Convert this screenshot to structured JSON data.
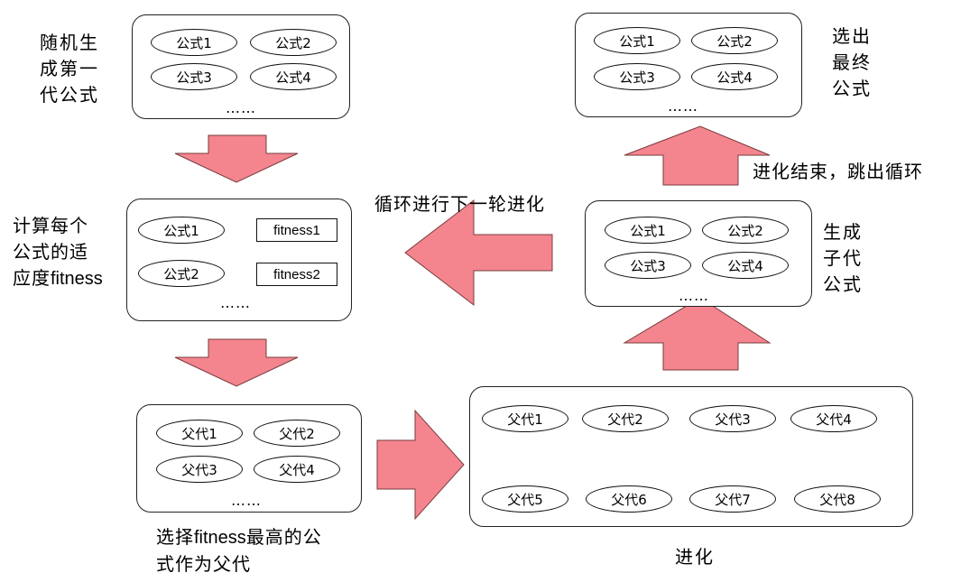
{
  "formula_labels": [
    "公式1",
    "公式2",
    "公式3",
    "公式4"
  ],
  "parent_labels": [
    "父代1",
    "父代2",
    "父代3",
    "父代4"
  ],
  "evo_top_labels": [
    "父代1",
    "父代2",
    "父代3",
    "父代4"
  ],
  "evo_bottom_labels": [
    "父代5",
    "父代6",
    "父代7",
    "父代8"
  ],
  "fitness_labels": [
    "fitness1",
    "fitness2"
  ],
  "ellipsis": "……",
  "captions": {
    "first_gen": [
      "随机生",
      "成第一",
      "代公式"
    ],
    "fitness": [
      "计算每个",
      "公式的适",
      "应度"
    ],
    "fitness_en": "fitness",
    "select_line1": "选择",
    "select_line1_en": "fitness",
    "select_line1_tail": "最高的公",
    "select_line2": "式作为父代",
    "evolve": "进化",
    "offspring": [
      "生成",
      "子代",
      "公式"
    ],
    "final": [
      "选出",
      "最终",
      "公式"
    ],
    "loop": "循环进行下一轮进化",
    "end": "进化结束，跳出循环"
  },
  "colors": {
    "arrow_fill": "#f4858f",
    "arrow_stroke": "#7a3b3b"
  }
}
